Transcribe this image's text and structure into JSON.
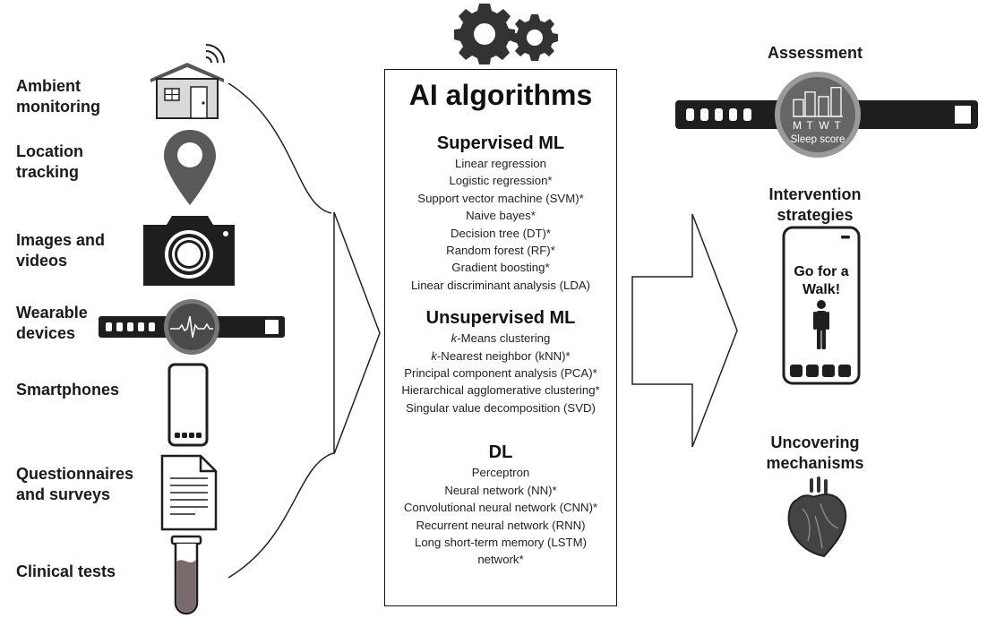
{
  "sources": [
    {
      "label": "Ambient\nmonitoring",
      "icon": "house-icon"
    },
    {
      "label": "Location\ntracking",
      "icon": "location-pin-icon"
    },
    {
      "label": "Images and\nvideos",
      "icon": "camera-icon"
    },
    {
      "label": "Wearable\ndevices",
      "icon": "smartwatch-icon"
    },
    {
      "label": "Smartphones",
      "icon": "smartphone-icon"
    },
    {
      "label": "Questionnaires\nand surveys",
      "icon": "document-icon"
    },
    {
      "label": "Clinical tests",
      "icon": "test-tube-icon"
    }
  ],
  "center": {
    "title": "AI algorithms",
    "sections": [
      {
        "heading": "Supervised ML",
        "items": [
          "Linear regression",
          "Logistic regression*",
          "Support vector machine (SVM)*",
          "Naive bayes*",
          "Decision tree (DT)*",
          "Random forest (RF)*",
          "Gradient boosting*",
          "Linear discriminant analysis (LDA)"
        ]
      },
      {
        "heading": "Unsupervised ML",
        "items": [
          {
            "italic": "k",
            "text": "-Means clustering"
          },
          {
            "italic": "k",
            "text": "-Nearest neighbor (kNN)*"
          },
          "Principal component analysis (PCA)*",
          "Hierarchical agglomerative clustering*",
          "Singular value decomposition (SVD)"
        ]
      },
      {
        "heading": "DL",
        "items": [
          "Perceptron",
          "Neural network (NN)*",
          "Convolutional neural network (CNN)*",
          "Recurrent neural network (RNN)",
          "Long short-term memory (LSTM)",
          "network*"
        ]
      }
    ]
  },
  "outputs": {
    "assessment": {
      "label": "Assessment",
      "days": [
        "M",
        "T",
        "W",
        "T"
      ],
      "caption": "Sleep score",
      "bar_levels": [
        0.55,
        0.8,
        0.65,
        0.95
      ]
    },
    "intervention": {
      "label": "Intervention\nstrategies",
      "phone_text": "Go for a\nWalk!"
    },
    "mechanisms": {
      "label": "Uncovering\nmechanisms",
      "icon": "heart-icon"
    }
  },
  "icons": {
    "gears": "gears-icon",
    "arrow_in": "arrow-right-icon",
    "arrow_out": "arrow-right-icon"
  },
  "colors": {
    "icon_dark": "#1e1e1e",
    "pin_gray": "#5a5a5a",
    "tube_fill": "#7a6a6e",
    "watch_face": "#666666"
  }
}
